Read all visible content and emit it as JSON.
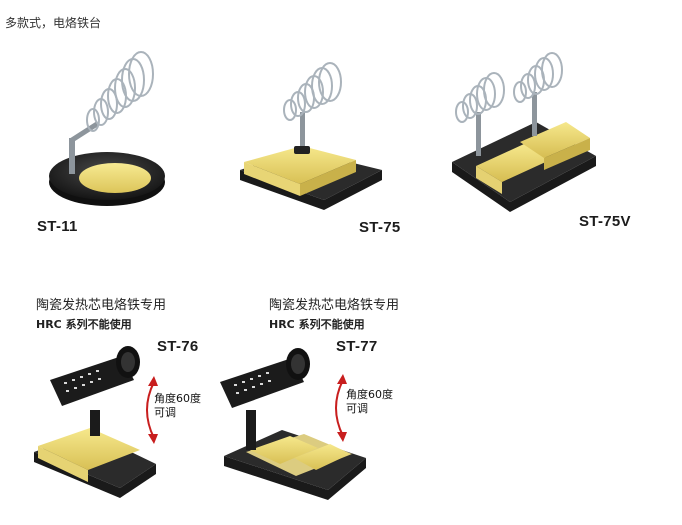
{
  "page": {
    "title": "多款式，电烙铁台"
  },
  "products": [
    {
      "model": "ST-11"
    },
    {
      "model": "ST-75"
    },
    {
      "model": "ST-75V"
    },
    {
      "model": "ST-76",
      "caption": "陶瓷发热芯电烙铁专用",
      "series": "HRC 系列不能使用",
      "angle_note": [
        "角度60度",
        "可调"
      ]
    },
    {
      "model": "ST-77",
      "caption": "陶瓷发热芯电烙铁专用",
      "series": "HRC 系列不能使用",
      "angle_note": [
        "角度60度",
        "可调"
      ]
    }
  ],
  "colors": {
    "sponge": "#f0e07a",
    "tray": "#1e1e1e",
    "arrow": "#c81e1e",
    "wire": "#b8c0c8"
  }
}
